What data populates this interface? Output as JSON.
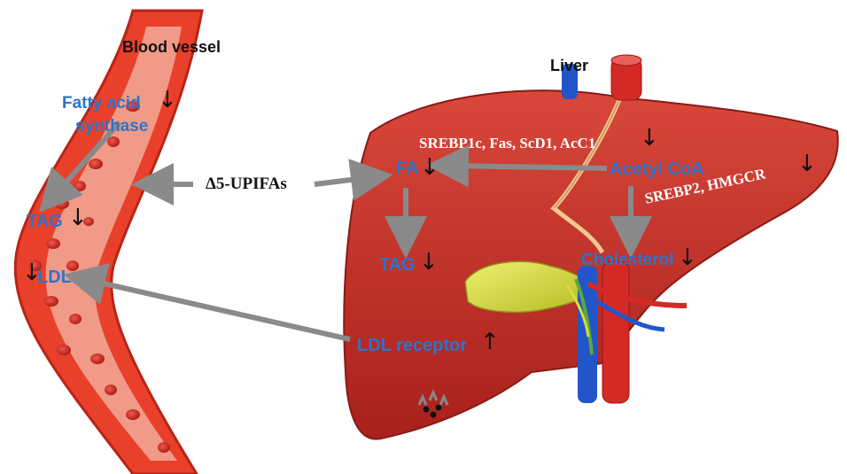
{
  "labels": {
    "blood_vessel": "Blood vessel",
    "liver": "Liver",
    "fatty_acid_synthase_line1": "Fatty acid",
    "fatty_acid_synthase_line2": "synthase",
    "tag_vessel": "TAG",
    "ldl": "LDL",
    "delta5": "Δ5-UPIFAs",
    "srebp1c": "SREBP1c, Fas, ScD1, AcC1",
    "fa": "FA",
    "acetyl_coa": "Acetyl CoA",
    "srebp2": "SREBP2, HMGCR",
    "tag_liver": "TAG",
    "cholesterol": "Cholesterol",
    "ldl_receptor": "LDL receptor"
  },
  "arrows": {
    "down": "↓",
    "up": "↑"
  },
  "colors": {
    "vessel_red": "#e8402a",
    "liver_red": "#c9302a",
    "label_blue": "#2f73c9",
    "pathway_arrow_gray": "#8a8a8a",
    "gallbladder_yellow": "#d8dc3a"
  }
}
